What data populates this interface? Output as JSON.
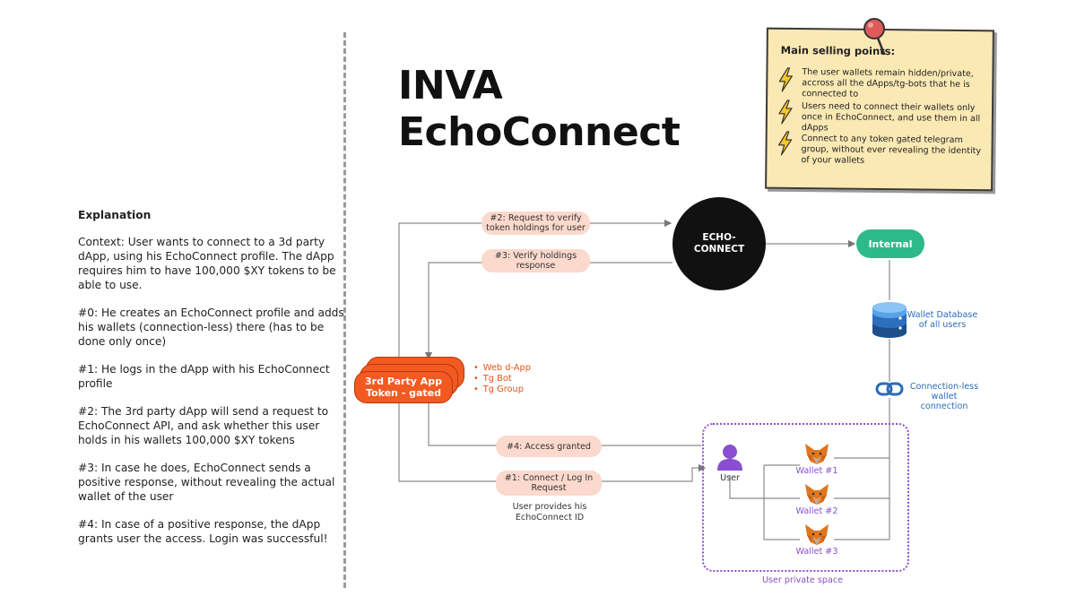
{
  "explanation": {
    "heading": "Explanation",
    "context": "Context: User wants to connect to a 3d party dApp, using his EchoConnect profile. The dApp requires him to have 100,000 $XY tokens to be able to use.",
    "step0": "#0: He creates an EchoConnect profile and adds his wallets (connection-less) there (has to be done only once)",
    "step1": "#1: He logs in the dApp with his EchoConnect profile",
    "step2": "#2: The 3rd party dApp will send a request to EchoConnect API, and ask whether this user holds in his wallets 100,000 $XY tokens",
    "step3": "#3: In case he does, EchoConnect sends a positive response, without revealing the actual wallet of the user",
    "step4": "#4: In case of a positive response, the dApp grants user the access. Login was successful!"
  },
  "title": {
    "line1": "INVA",
    "line2": "EchoConnect"
  },
  "selling_points": {
    "heading": "Main selling points:",
    "items": [
      "The user wallets remain hidden/private, accross all the dApps/tg-bots that he is connected to",
      "Users need to connect their wallets only once in EchoConnect, and use them in all dApps",
      "Connect to any token gated telegram group, without ever revealing the identity of your wallets"
    ]
  },
  "diagram": {
    "echo_node": "ECHO-\nCONNECT",
    "internal_node": "Internal",
    "step2_pill": "#2: Request to verify token holdings for user",
    "step3_pill": "#3: Verify holdings response",
    "step4_pill": "#4: Access granted",
    "step1_pill": "#1: Connect / Log In Request",
    "step1_note": "User provides his EchoConnect ID",
    "app_card": "3rd Party App\nToken - gated",
    "app_types": [
      "Web d-App",
      "Tg Bot",
      "Tg Group"
    ],
    "wallet_db": "Wallet Database\nof all users",
    "connection_label": "Connection-less\nwallet connection",
    "user_label": "User",
    "wallets": [
      "Wallet #1",
      "Wallet #2",
      "Wallet #3"
    ],
    "private_space": "User private space"
  },
  "colors": {
    "accent_orange": "#f25a22",
    "pill": "#fbd9cc",
    "internal_green": "#2eb98a",
    "purple": "#8a4fd0",
    "blue": "#2b6cb8",
    "note_yellow": "#fbe9b4"
  }
}
